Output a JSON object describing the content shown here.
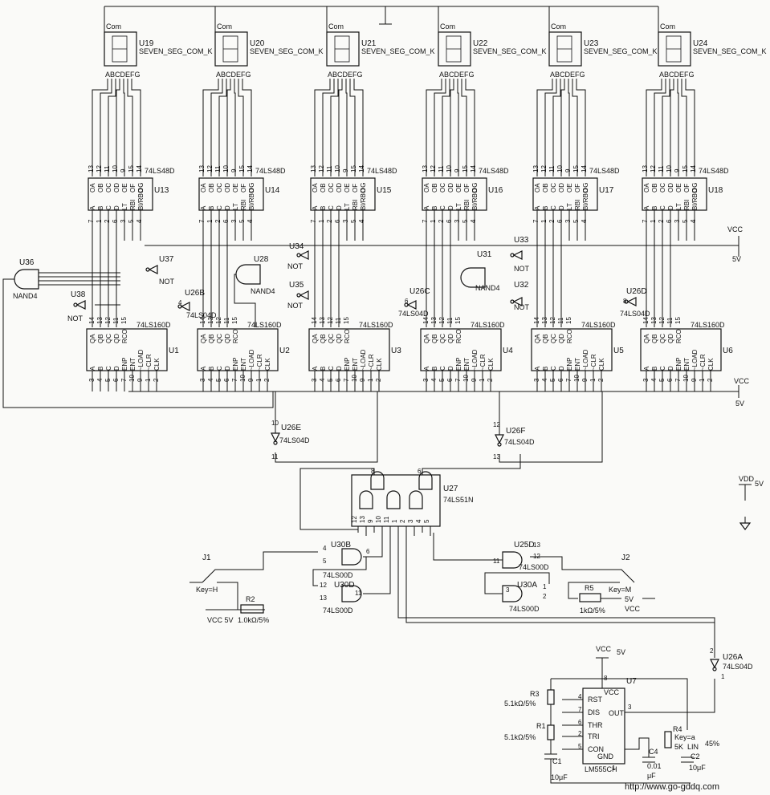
{
  "displays": [
    {
      "ref": "U19",
      "type": "SEVEN_SEG_COM_K",
      "com": "Com",
      "pins": "ABCDEFG"
    },
    {
      "ref": "U20",
      "type": "SEVEN_SEG_COM_K",
      "com": "Com",
      "pins": "ABCDEFG"
    },
    {
      "ref": "U21",
      "type": "SEVEN_SEG_COM_K",
      "com": "Com",
      "pins": "ABCDEFG"
    },
    {
      "ref": "U22",
      "type": "SEVEN_SEG_COM_K",
      "com": "Com",
      "pins": "ABCDEFG"
    },
    {
      "ref": "U23",
      "type": "SEVEN_SEG_COM_K",
      "com": "Com",
      "pins": "ABCDEFG"
    },
    {
      "ref": "U24",
      "type": "SEVEN_SEG_COM_K",
      "com": "Com",
      "pins": "ABCDEFG"
    }
  ],
  "decoders": [
    {
      "ref": "U13",
      "type": "74LS48D"
    },
    {
      "ref": "U14",
      "type": "74LS48D"
    },
    {
      "ref": "U15",
      "type": "74LS48D"
    },
    {
      "ref": "U16",
      "type": "74LS48D"
    },
    {
      "ref": "U17",
      "type": "74LS48D"
    },
    {
      "ref": "U18",
      "type": "74LS48D"
    }
  ],
  "decoder_pins": {
    "top_nums": [
      "13",
      "12",
      "11",
      "10",
      "9",
      "15",
      "14"
    ],
    "top_names": [
      "OA",
      "OB",
      "OC",
      "OD",
      "OE",
      "OF",
      "OG"
    ],
    "bottom_names": [
      "A",
      "B",
      "C",
      "D",
      "LT",
      "RBI",
      "BI/RBO"
    ],
    "bottom_nums": [
      "7",
      "1",
      "2",
      "6",
      "3",
      "5",
      "4"
    ]
  },
  "counters": [
    {
      "ref": "U1",
      "type": "74LS160D"
    },
    {
      "ref": "U2",
      "type": "74LS160D"
    },
    {
      "ref": "U3",
      "type": "74LS160D"
    },
    {
      "ref": "U4",
      "type": "74LS160D"
    },
    {
      "ref": "U5",
      "type": "74LS160D"
    },
    {
      "ref": "U6",
      "type": "74LS160D"
    }
  ],
  "counter_pins": {
    "top_nums": [
      "14",
      "13",
      "12",
      "11",
      "15"
    ],
    "top_names": [
      "QA",
      "QB",
      "QC",
      "QD",
      "RCO"
    ],
    "bottom_names": [
      "A",
      "B",
      "C",
      "D",
      "ENP",
      "ENT",
      "~LOAD",
      "~CLR",
      "CLK"
    ],
    "bottom_nums": [
      "3",
      "4",
      "5",
      "6",
      "7",
      "10",
      "9",
      "1",
      "2"
    ]
  },
  "gates": [
    {
      "ref": "U36",
      "type": "NAND4"
    },
    {
      "ref": "U37",
      "type": "NOT"
    },
    {
      "ref": "U38",
      "type": "NOT"
    },
    {
      "ref": "U28",
      "type": "NAND4"
    },
    {
      "ref": "U34",
      "type": "NOT"
    },
    {
      "ref": "U35",
      "type": "NOT"
    },
    {
      "ref": "U31",
      "type": "NAND4"
    },
    {
      "ref": "U33",
      "type": "NOT"
    },
    {
      "ref": "U32",
      "type": "NOT"
    },
    {
      "ref": "U26B",
      "type": "74LS04D",
      "pin": "4"
    },
    {
      "ref": "U26C",
      "type": "74LS04D",
      "pin": "6"
    },
    {
      "ref": "U26D",
      "type": "74LS04D",
      "pin": "8"
    },
    {
      "ref": "U26E",
      "type": "74LS04D",
      "pin_in": "10",
      "pin_out": "11"
    },
    {
      "ref": "U26F",
      "type": "74LS04D",
      "pin_in": "12",
      "pin_out": "13"
    },
    {
      "ref": "U26A",
      "type": "74LS04D",
      "pin_in": "2",
      "pin_out": "1"
    }
  ],
  "mux": {
    "ref": "U27",
    "type": "74LS51N",
    "pins_top": [
      "8",
      "6"
    ],
    "pins_bottom": [
      "12",
      "13",
      "9",
      "10",
      "11",
      "1",
      "2",
      "3",
      "4",
      "5"
    ]
  },
  "nand2": [
    {
      "ref": "U30B",
      "type": "74LS00D",
      "pins": [
        "4",
        "5",
        "6"
      ]
    },
    {
      "ref": "U30D",
      "type": "74LS00D",
      "pins": [
        "12",
        "13",
        "11"
      ]
    },
    {
      "ref": "U25D",
      "type": "74LS00D",
      "pins": [
        "13",
        "12",
        "11"
      ]
    },
    {
      "ref": "U30A",
      "type": "74LS00D",
      "pins": [
        "1",
        "2",
        "3"
      ]
    }
  ],
  "switches": [
    {
      "ref": "J1",
      "key": "Key=H"
    },
    {
      "ref": "J2",
      "key": "Key=M"
    }
  ],
  "resistors": [
    {
      "ref": "R2",
      "value": "1.0kΩ/5%"
    },
    {
      "ref": "R5",
      "value": "1kΩ/5%"
    },
    {
      "ref": "R3",
      "value": "5.1kΩ/5%"
    },
    {
      "ref": "R1",
      "value": "5.1kΩ/5%"
    },
    {
      "ref": "R4",
      "value": "5K",
      "key": "Key=a",
      "taper": "LIN",
      "pct": "45%"
    }
  ],
  "capacitors": [
    {
      "ref": "C1",
      "value": "10μF"
    },
    {
      "ref": "C4",
      "value": "0.01",
      "unit": "μF"
    },
    {
      "ref": "C2",
      "value": "10μF"
    }
  ],
  "timer": {
    "ref": "U7",
    "type": "LM555CH",
    "pins": [
      "RST",
      "DIS",
      "THR",
      "TRI",
      "CON",
      "GND",
      "VCC",
      "OUT"
    ],
    "pin_nums": [
      "4",
      "7",
      "6",
      "2",
      "5",
      "1",
      "8",
      "3"
    ]
  },
  "power": {
    "vcc": "VCC",
    "vdd": "VDD",
    "v5": "5V"
  },
  "watermark": "http://www.go-gddq.com"
}
